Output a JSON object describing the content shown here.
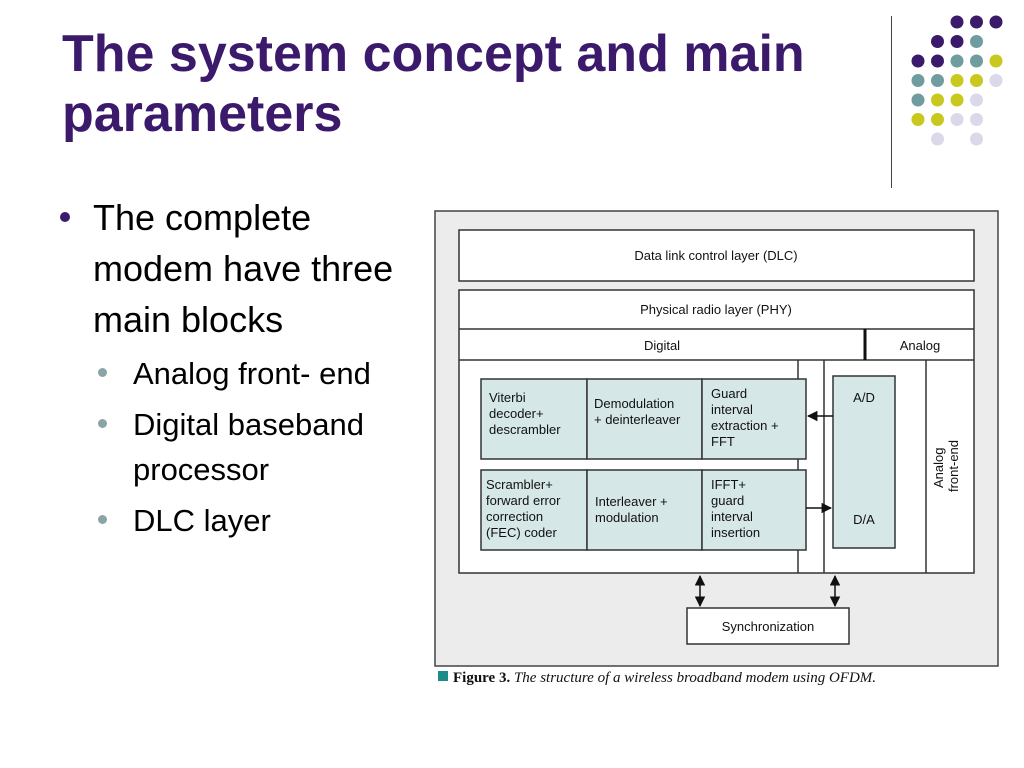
{
  "slide": {
    "title": "The system concept and main parameters",
    "bullets": [
      {
        "text": "The complete modem have three main blocks",
        "subitems": [
          "Analog front- end",
          "Digital baseband processor",
          "DLC layer"
        ]
      }
    ]
  },
  "decoration": {
    "dot_colors": [
      "#3b1a6b",
      "#6f9c9e",
      "#c8c81e",
      "#d9d9ea"
    ]
  },
  "diagram": {
    "dlc": "Data link control layer (DLC)",
    "phy": "Physical radio layer (PHY)",
    "digital": "Digital",
    "analog": "Analog",
    "rx_blocks": [
      [
        "Viterbi",
        "decoder+",
        "descrambler"
      ],
      [
        "Demodulation",
        "+ deinterleaver"
      ],
      [
        "Guard",
        "interval",
        "extraction +",
        "FFT"
      ]
    ],
    "tx_blocks": [
      [
        "Scrambler+",
        "forward error",
        "correction",
        "(FEC) coder"
      ],
      [
        "Interleaver +",
        "modulation"
      ],
      [
        "IFFT+",
        "guard",
        "interval",
        "insertion"
      ]
    ],
    "ad": "A/D",
    "da": "D/A",
    "analog_front_end": [
      "Analog",
      "front-end"
    ],
    "sync": "Synchronization",
    "colors": {
      "panel": "#ececec",
      "block": "#d6e7e7"
    }
  },
  "caption": {
    "label": "Figure 3.",
    "text": "The structure of a wireless broadband modem using OFDM."
  }
}
